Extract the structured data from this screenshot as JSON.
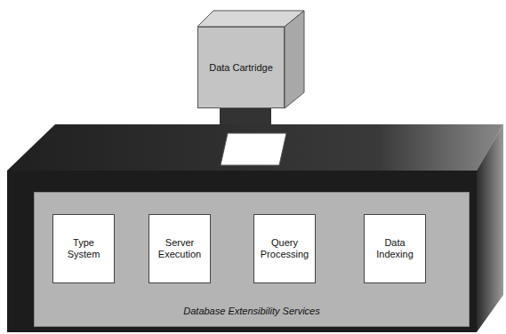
{
  "diagram": {
    "nodes": [
      {
        "text": [
          "Data Cartridge"
        ]
      },
      {
        "text": [
          "Database Extensibility Services"
        ]
      },
      {
        "text": [
          "Type System"
        ],
        "in": 1
      },
      {
        "text": [
          "Server Execution"
        ],
        "in": 1
      },
      {
        "text": [
          "Query Processing"
        ],
        "in": 1
      },
      {
        "text": [
          "Data Indexing"
        ],
        "in": 1
      }
    ]
  }
}
